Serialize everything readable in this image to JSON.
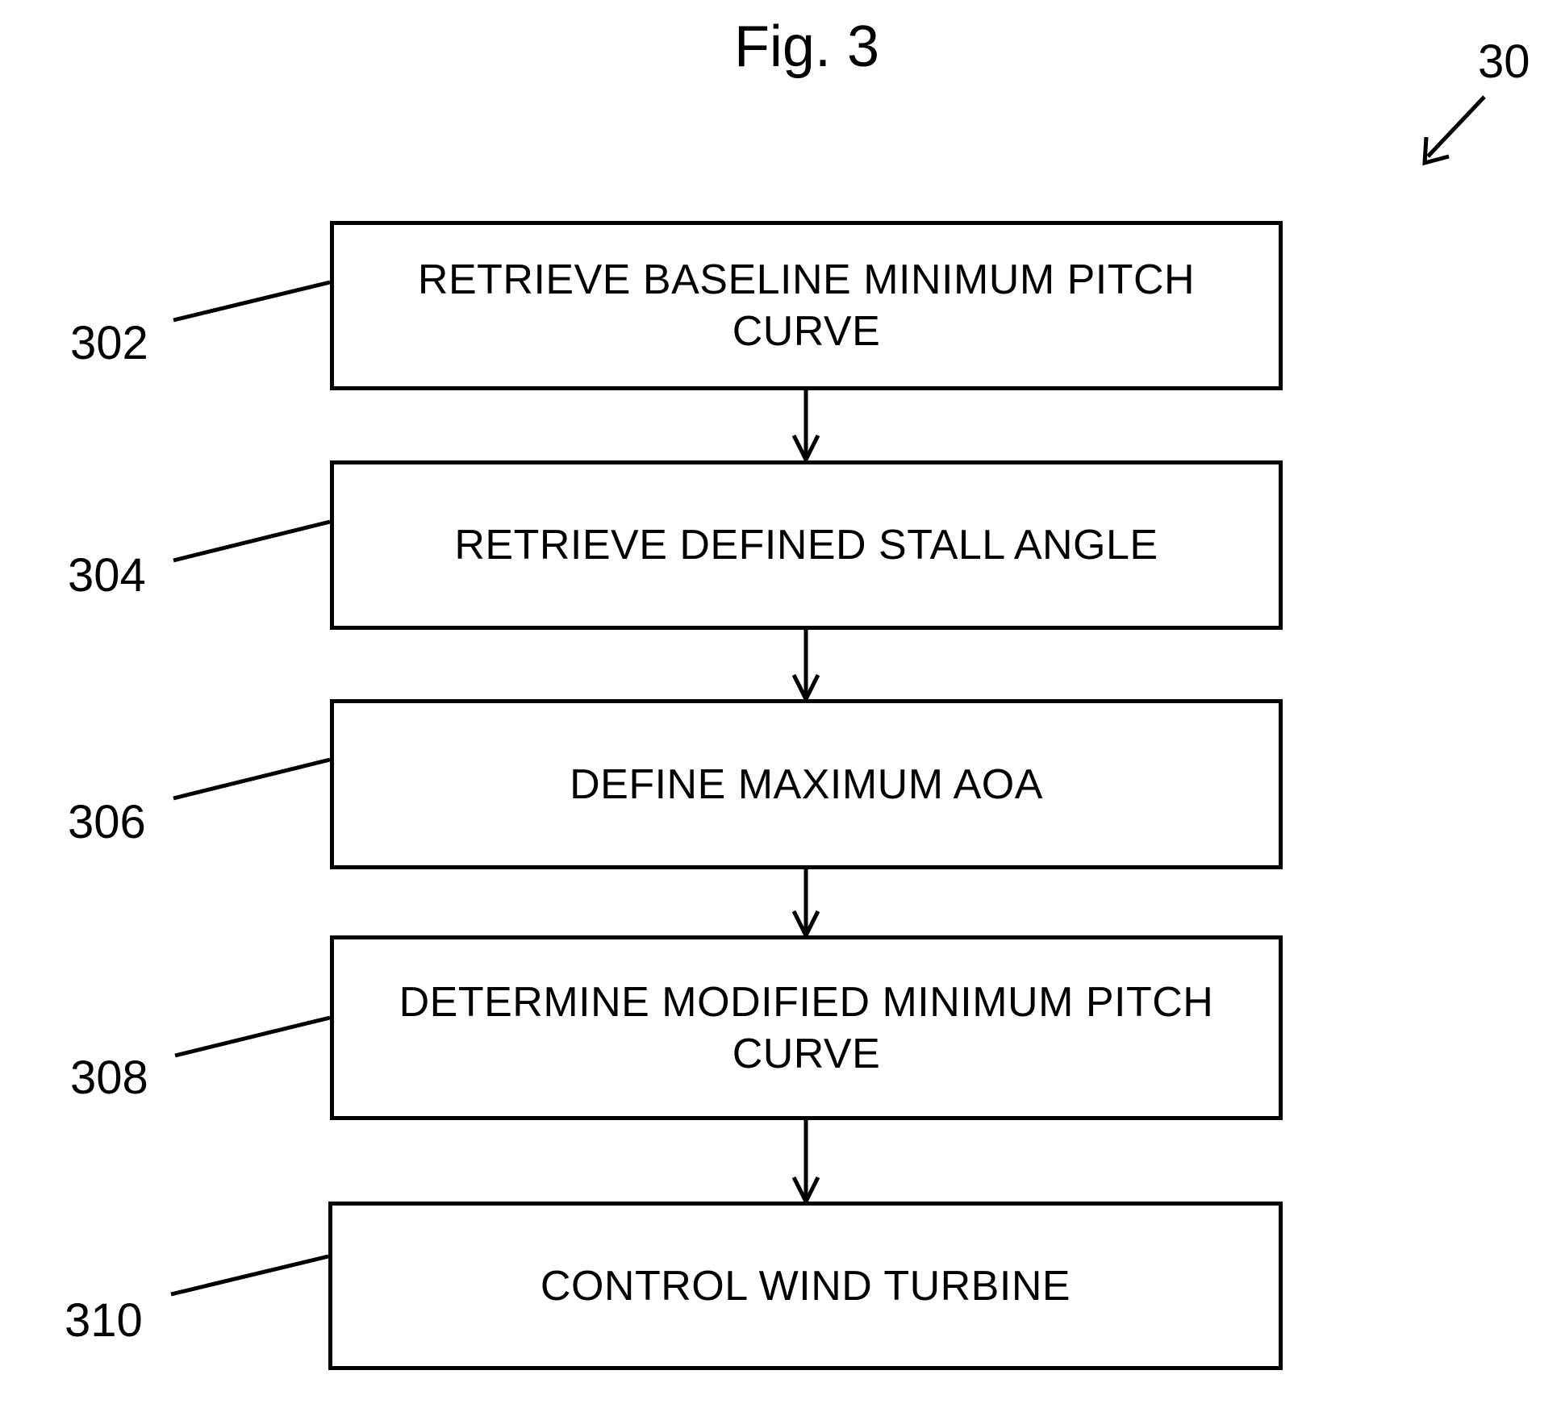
{
  "figure": {
    "title": "Fig. 3",
    "reference": "30"
  },
  "steps": [
    {
      "ref": "302",
      "label": "RETRIEVE BASELINE MINIMUM PITCH\nCURVE"
    },
    {
      "ref": "304",
      "label": "RETRIEVE DEFINED STALL ANGLE"
    },
    {
      "ref": "306",
      "label": "DEFINE MAXIMUM AOA"
    },
    {
      "ref": "308",
      "label": "DETERMINE MODIFIED MINIMUM PITCH\nCURVE"
    },
    {
      "ref": "310",
      "label": "CONTROL WIND TURBINE"
    }
  ],
  "colors": {
    "line": "#000000",
    "background": "#ffffff"
  }
}
